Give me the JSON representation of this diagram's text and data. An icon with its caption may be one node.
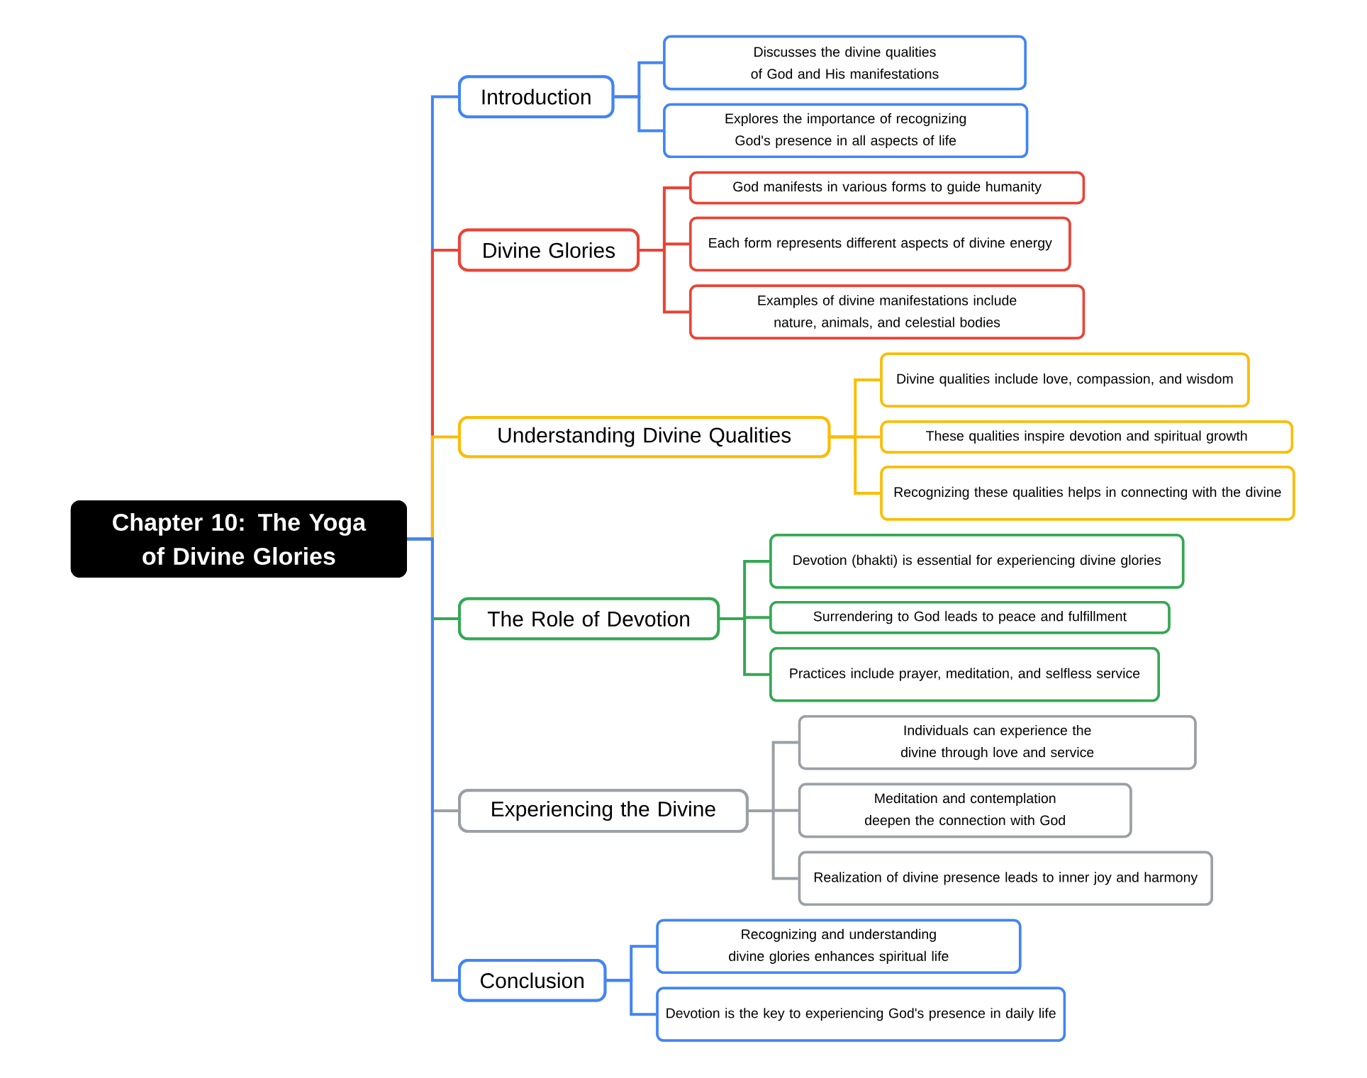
{
  "diagram": {
    "nodes": [
      {
        "text": [
          "Chapter 10: The Yoga of Divine Glories"
        ]
      },
      {
        "text": [
          "Introduction"
        ]
      },
      {
        "text": [
          "Discusses the divine qualities of God and His manifestations"
        ]
      },
      {
        "text": [
          "Explores the importance of recognizing God's presence in all aspects of life"
        ]
      },
      {
        "text": [
          "Divine Glories"
        ]
      },
      {
        "text": [
          "God manifests in various forms to guide humanity"
        ]
      },
      {
        "text": [
          "Each form represents different aspects of divine energy"
        ]
      },
      {
        "text": [
          "Examples of divine manifestations include nature, animals, and celestial bodies"
        ]
      },
      {
        "text": [
          "Understanding Divine Qualities"
        ]
      },
      {
        "text": [
          "Divine qualities include love, compassion, and wisdom"
        ]
      },
      {
        "text": [
          "These qualities inspire devotion and spiritual growth"
        ]
      },
      {
        "text": [
          "Recognizing these qualities helps in connecting with the divine"
        ]
      },
      {
        "text": [
          "The Role of Devotion"
        ]
      },
      {
        "text": [
          "Devotion (bhakti) is essential for experiencing divine glories"
        ]
      },
      {
        "text": [
          "Surrendering to God leads to peace and fulfillment"
        ]
      },
      {
        "text": [
          "Practices include prayer, meditation, and selfless service"
        ]
      },
      {
        "text": [
          "Experiencing the Divine"
        ]
      },
      {
        "text": [
          "Individuals can experience the divine through love and service"
        ]
      },
      {
        "text": [
          "Meditation and contemplation deepen the connection with God"
        ]
      },
      {
        "text": [
          "Realization of divine presence leads to inner joy and harmony"
        ]
      },
      {
        "text": [
          "Conclusion"
        ]
      },
      {
        "text": [
          "Recognizing and understanding divine glories enhances spiritual life"
        ]
      },
      {
        "text": [
          "Devotion is the key to experiencing God's presence in daily life"
        ]
      }
    ],
    "edges": [
      {
        "from": 0,
        "to": 1,
        "arrow": "none"
      },
      {
        "from": 1,
        "to": 2,
        "arrow": "none"
      },
      {
        "from": 1,
        "to": 3,
        "arrow": "none"
      },
      {
        "from": 0,
        "to": 4,
        "arrow": "none",
        "color": "#ea4335"
      },
      {
        "from": 4,
        "to": 5,
        "arrow": "none",
        "color": "#ea4335"
      },
      {
        "from": 4,
        "to": 6,
        "arrow": "none",
        "color": "#ea4335"
      },
      {
        "from": 4,
        "to": 7,
        "arrow": "none",
        "color": "#ea4335"
      },
      {
        "from": 0,
        "to": 8,
        "arrow": "none",
        "color": "#fbbc04"
      },
      {
        "from": 8,
        "to": 9,
        "arrow": "none",
        "color": "#fbbc04"
      },
      {
        "from": 8,
        "to": 10,
        "arrow": "none",
        "color": "#fbbc04"
      },
      {
        "from": 8,
        "to": 11,
        "arrow": "none",
        "color": "#fbbc04"
      },
      {
        "from": 0,
        "to": 12,
        "arrow": "none",
        "color": "#34a853"
      },
      {
        "from": 12,
        "to": 13,
        "arrow": "none",
        "color": "#34a853"
      },
      {
        "from": 12,
        "to": 14,
        "arrow": "none",
        "color": "#34a853"
      },
      {
        "from": 12,
        "to": 15,
        "arrow": "none",
        "color": "#34a853"
      },
      {
        "from": 0,
        "to": 16,
        "arrow": "none",
        "color": "#9aa0a6"
      },
      {
        "from": 16,
        "to": 17,
        "arrow": "none",
        "color": "#9aa0a6"
      },
      {
        "from": 16,
        "to": 18,
        "arrow": "none",
        "color": "#9aa0a6"
      },
      {
        "from": 16,
        "to": 19,
        "arrow": "none",
        "color": "#9aa0a6"
      },
      {
        "from": 0,
        "to": 20,
        "arrow": "none"
      },
      {
        "from": 20,
        "to": 21,
        "arrow": "none"
      },
      {
        "from": 20,
        "to": 22,
        "arrow": "none"
      }
    ]
  }
}
